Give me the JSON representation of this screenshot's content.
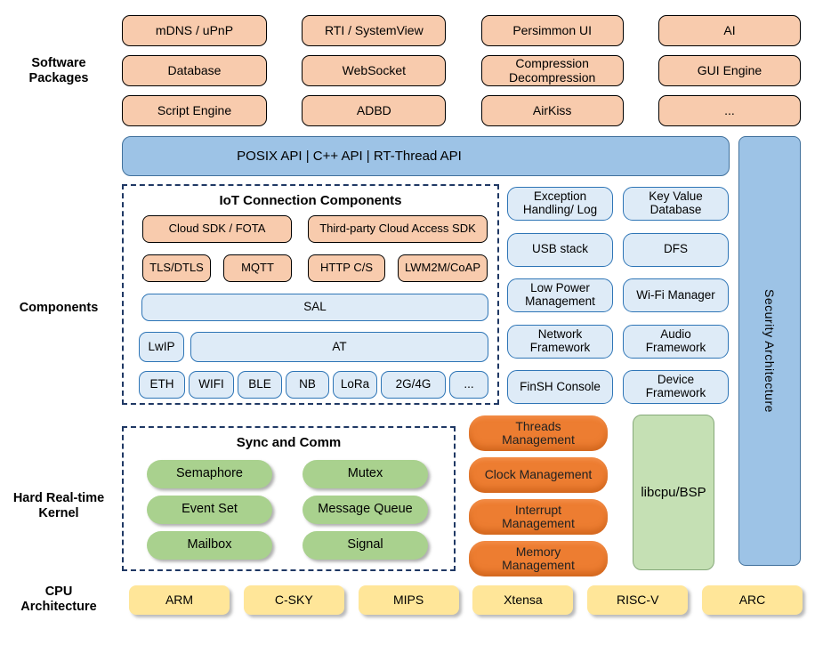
{
  "side_labels": {
    "software": "Software\nPackages",
    "components": "Components",
    "kernel": "Hard Real-time\nKernel",
    "cpu": "CPU\nArchitecture"
  },
  "software_packages": {
    "items": [
      "mDNS / uPnP",
      "RTI / SystemView",
      "Persimmon UI",
      "AI",
      "Database",
      "WebSocket",
      "Compression\nDecompression",
      "GUI Engine",
      "Script Engine",
      "ADBD",
      "AirKiss",
      "..."
    ]
  },
  "api_bar": {
    "label": "POSIX API  |  C++ API  |  RT-Thread API"
  },
  "security_bar": {
    "label": "Security Architecture"
  },
  "iot": {
    "title": "IoT Connection Components",
    "cloud_sdk": "Cloud SDK / FOTA",
    "third_party_sdk": "Third-party Cloud Access SDK",
    "protocols": [
      "TLS/DTLS",
      "MQTT",
      "HTTP C/S",
      "LWM2M/CoAP"
    ],
    "sal": "SAL",
    "lwip": "LwIP",
    "at": "AT",
    "links": [
      "ETH",
      "WIFI",
      "BLE",
      "NB",
      "LoRa",
      "2G/4G",
      "..."
    ]
  },
  "components_grid": {
    "items": [
      "Exception\nHandling/ Log",
      "Key Value\nDatabase",
      "USB stack",
      "DFS",
      "Low Power\nManagement",
      "Wi-Fi Manager",
      "Network\nFramework",
      "Audio\nFramework",
      "FinSH Console",
      "Device\nFramework"
    ]
  },
  "kernel": {
    "sync_title": "Sync and Comm",
    "sync_items": [
      "Semaphore",
      "Mutex",
      "Event Set",
      "Message Queue",
      "Mailbox",
      "Signal"
    ],
    "mgmt_items": [
      "Threads\nManagement",
      "Clock Management",
      "Interrupt\nManagement",
      "Memory\nManagement"
    ],
    "libcpu": "libcpu/BSP"
  },
  "cpu_row": {
    "items": [
      "ARM",
      "C-SKY",
      "MIPS",
      "Xtensa",
      "RISC-V",
      "ARC"
    ]
  },
  "colors": {
    "package_fill": "#F8CBAD",
    "api_fill": "#9DC3E6",
    "api_border": "#41719C",
    "component_fill": "#DEEBF7",
    "component_border": "#2E75B6",
    "kernel_green": "#A9D18E",
    "kernel_orange": "#ED7D31",
    "libcpu_fill": "#C5E0B4",
    "cpu_yellow": "#FFE699",
    "dashed_border": "#1F3864"
  }
}
